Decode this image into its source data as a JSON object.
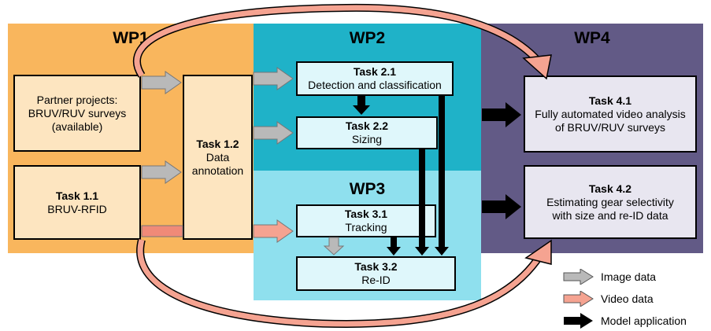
{
  "wp_titles": {
    "wp1": "WP1",
    "wp2": "WP2",
    "wp3": "WP3",
    "wp4": "WP4"
  },
  "boxes": {
    "partner": {
      "lines": [
        "Partner projects:",
        "BRUV/RUV surveys",
        "(available)"
      ]
    },
    "task11": {
      "title": "Task 1.1",
      "text": "BRUV-RFID"
    },
    "task12": {
      "title": "Task 1.2",
      "lines": [
        "Data",
        "annotation"
      ]
    },
    "task21": {
      "title": "Task 2.1",
      "text": "Detection and classification"
    },
    "task22": {
      "title": "Task 2.2",
      "text": "Sizing"
    },
    "task31": {
      "title": "Task 3.1",
      "text": "Tracking"
    },
    "task32": {
      "title": "Task 3.2",
      "text": "Re-ID"
    },
    "task41": {
      "title": "Task 4.1",
      "lines": [
        "Fully automated video analysis",
        "of BRUV/RUV surveys"
      ]
    },
    "task42": {
      "title": "Task 4.2",
      "lines": [
        "Estimating gear selectivity",
        "with size and re-ID data"
      ]
    }
  },
  "legend": [
    {
      "label": "Image data",
      "color": "#b9b9b9"
    },
    {
      "label": "Video data",
      "color": "#f5a391"
    },
    {
      "label": "Model application",
      "color": "#000000"
    }
  ],
  "colors": {
    "wp1": "#f9b65d",
    "wp2": "#1fb2c8",
    "wp3": "#8fe0ee",
    "wp4": "#625a86",
    "image_arrow": "#b9b9b9",
    "video_arrow": "#f5a391",
    "model_arrow": "#000000"
  }
}
